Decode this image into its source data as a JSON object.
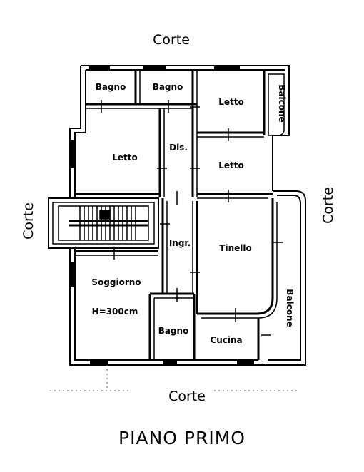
{
  "labels": {
    "corte_top": "Corte",
    "corte_left": "Corte",
    "corte_right": "Corte",
    "corte_bottom": "Corte",
    "title": "PIANO PRIMO"
  },
  "rooms": {
    "bagno_1": "Bagno",
    "bagno_2": "Bagno",
    "letto_top_right": "Letto",
    "balcone_top": "Balcone",
    "letto_left": "Letto",
    "dis": "Dis.",
    "letto_mid_right": "Letto",
    "ingr": "Ingr.",
    "tinello": "Tinello",
    "soggiorno": "Soggiorno",
    "soggiorno_height": "H=300cm",
    "bagno_3": "Bagno",
    "cucina": "Cucina",
    "balcone_right": "Balcone"
  }
}
